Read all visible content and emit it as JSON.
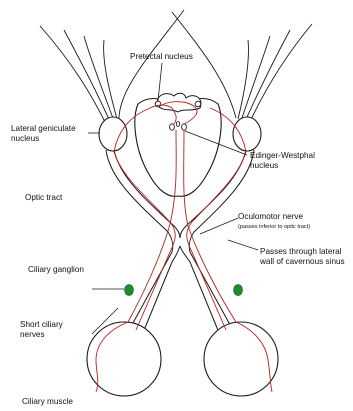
{
  "diagram": {
    "labels": {
      "pretectal_nucleus": "Pretectal nucleus",
      "lateral_geniculate_line1": "Lateral geniculate",
      "lateral_geniculate_line2": "nucleus",
      "edinger_westphal_line1": "Edinger-Westphal",
      "edinger_westphal_line2": "nucleus",
      "optic_tract": "Optic tract",
      "oculomotor_nerve": "Oculomotor nerve",
      "oculomotor_note": "(passes inferior to optic tract)",
      "cavernous_line1": "Passes through lateral",
      "cavernous_line2": "wall of cavernous sinus",
      "ciliary_ganglion": "Ciliary ganglion",
      "short_ciliary_line1": "Short ciliary",
      "short_ciliary_line2": "nerves",
      "ciliary_muscle": "Ciliary muscle"
    },
    "colors": {
      "outline": "#1a1a1a",
      "pathway": "#b22222",
      "ganglion": "#1f8a2e"
    }
  }
}
